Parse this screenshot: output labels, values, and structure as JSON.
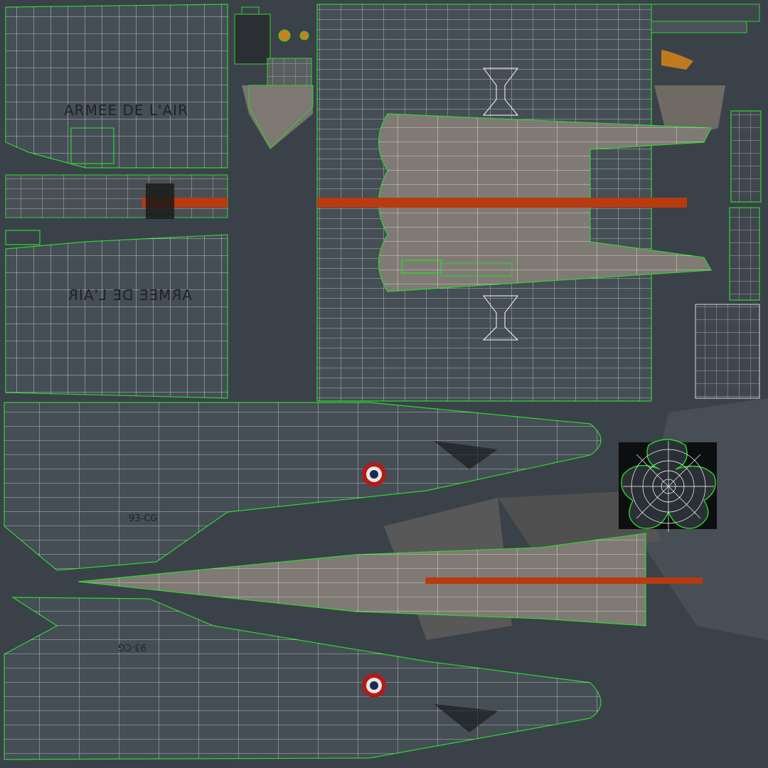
{
  "texture_labels": {
    "fuselage_top_text": "ARMEE DE L'AIR",
    "fuselage_bottom_text_mirrored": "ARMEE DE L'AIR",
    "wing_upper_code": "93-CG",
    "wing_lower_code_mirrored": "93-CG"
  },
  "colors": {
    "background": "#3a4149",
    "uv_edge": "#2ad82a",
    "wire": "#ffffff",
    "fill_dark": "#444c54",
    "fill_light": "#7b756f",
    "stripe": "#b83a10",
    "roundel_blue": "#1b2a5a",
    "roundel_red": "#b01c18"
  },
  "icons": {
    "roundel": "french-roundel-icon",
    "radial_part": "radial-uv-island-icon"
  }
}
